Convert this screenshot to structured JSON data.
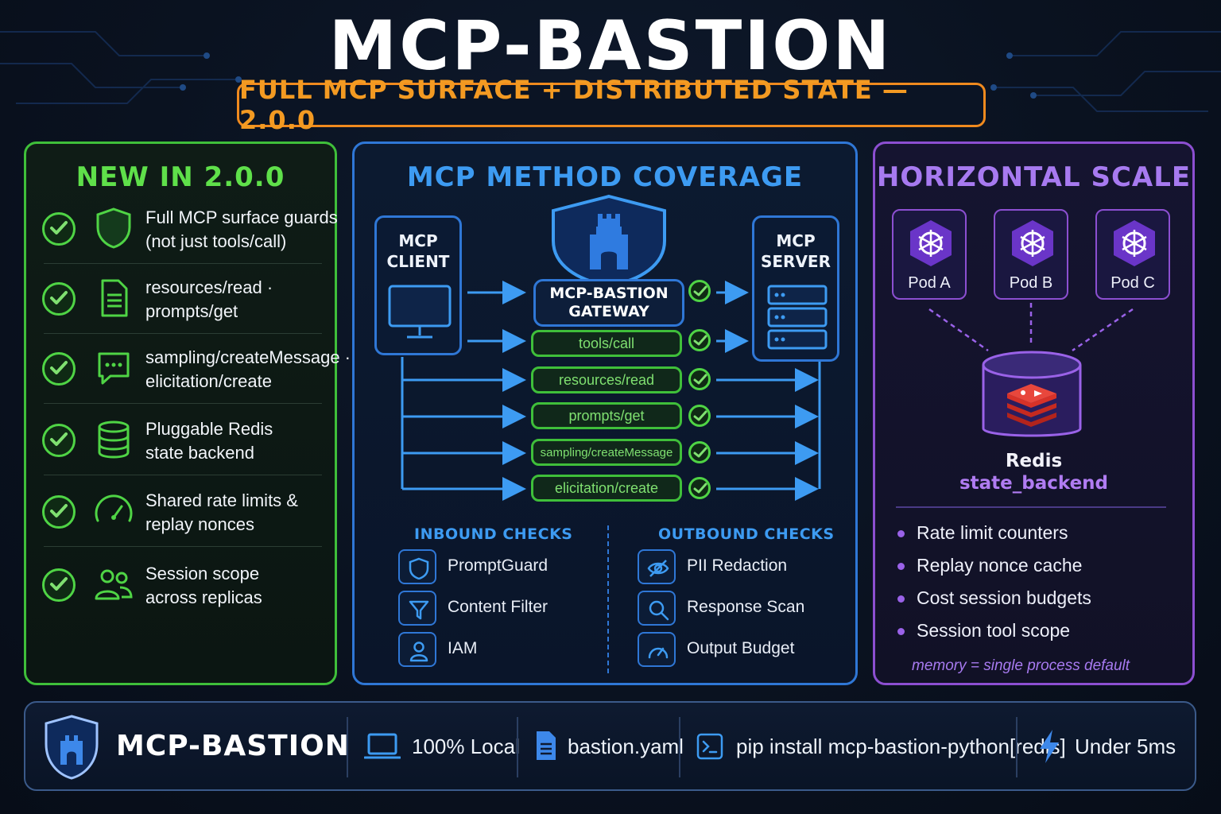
{
  "header": {
    "title": "MCP-BASTION",
    "subtitle": "FULL MCP SURFACE + DISTRIBUTED STATE — 2.0.0"
  },
  "new_panel": {
    "title": "NEW IN 2.0.0",
    "items": [
      {
        "line1": "Full MCP surface guards",
        "line2": "(not just tools/call)",
        "icon": "shield-icon"
      },
      {
        "line1": "resources/read ·",
        "line2": "prompts/get",
        "icon": "document-icon"
      },
      {
        "line1": "sampling/createMessage ·",
        "line2": "elicitation/create",
        "icon": "chat-icon"
      },
      {
        "line1": "Pluggable Redis",
        "line2": "state backend",
        "icon": "database-icon"
      },
      {
        "line1": "Shared rate limits &",
        "line2": "replay nonces",
        "icon": "gauge-icon"
      },
      {
        "line1": "Session scope",
        "line2": "across replicas",
        "icon": "users-icon"
      }
    ]
  },
  "coverage_panel": {
    "title": "MCP METHOD COVERAGE",
    "client": {
      "line1": "MCP",
      "line2": "CLIENT"
    },
    "server": {
      "line1": "MCP",
      "line2": "SERVER"
    },
    "gateway": {
      "line1": "MCP-BASTION",
      "line2": "GATEWAY"
    },
    "methods": [
      "tools/call",
      "resources/read",
      "prompts/get",
      "sampling/createMessage",
      "elicitation/create"
    ],
    "inbound": {
      "title": "INBOUND CHECKS",
      "items": [
        "PromptGuard",
        "Content Filter",
        "IAM"
      ]
    },
    "outbound": {
      "title": "OUTBOUND CHECKS",
      "items": [
        "PII Redaction",
        "Response Scan",
        "Output Budget"
      ]
    }
  },
  "scale_panel": {
    "title": "HORIZONTAL SCALE",
    "pods": [
      "Pod A",
      "Pod B",
      "Pod C"
    ],
    "store_name": "Redis",
    "store_key": "state_backend",
    "bullets": [
      "Rate limit counters",
      "Replay nonce cache",
      "Cost session budgets",
      "Session tool scope"
    ],
    "note": "memory = single process default"
  },
  "footer": {
    "brand": "MCP-BASTION",
    "local": "100% Local",
    "config": "bastion.yaml",
    "install": "pip install mcp-bastion-python[redis]",
    "latency": "Under 5ms"
  },
  "colors": {
    "green": "#3fbf3a",
    "blue": "#2f77d6",
    "purple": "#8c4fd1",
    "orange": "#f08a1e"
  }
}
